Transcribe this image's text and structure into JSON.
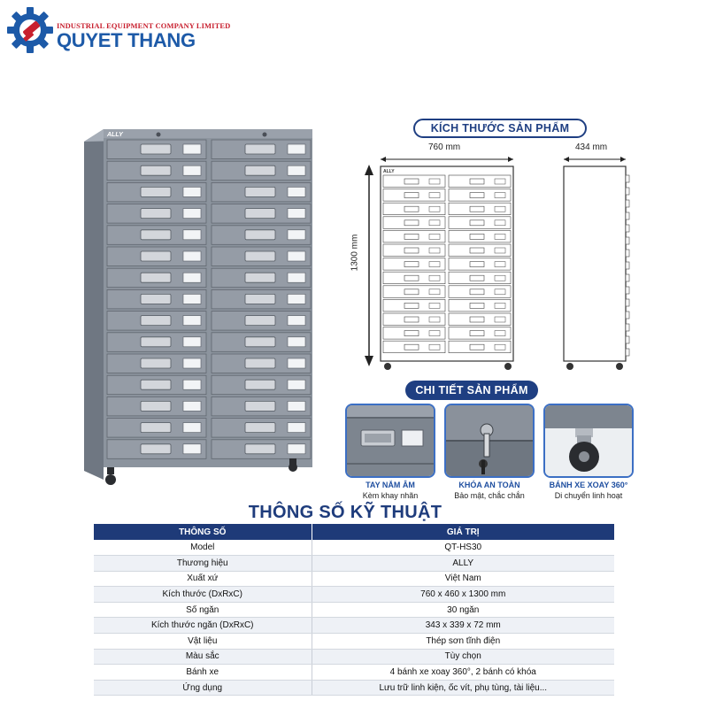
{
  "brand": {
    "company_line": "INDUSTRIAL EQUIPMENT COMPANY LIMITED",
    "name": "QUYET THANG"
  },
  "product_brand_mark": "ALLY",
  "dimensions": {
    "title": "KÍCH THƯỚC SẢN PHẨM",
    "width": "760 mm",
    "depth": "434 mm",
    "height": "1300 mm"
  },
  "details": {
    "title": "CHI TIẾT SẢN PHẨM",
    "items": [
      {
        "title": "TAY NẮM ÂM",
        "subtitle": "Kèm khay nhãn",
        "icon": "recessed-handle"
      },
      {
        "title": "KHÓA AN TOÀN",
        "subtitle": "Bảo mật, chắc chắn",
        "icon": "key-lock"
      },
      {
        "title": "BÁNH XE XOAY 360°",
        "subtitle": "Di chuyển linh hoạt",
        "icon": "caster-wheel"
      }
    ]
  },
  "specs": {
    "title": "THÔNG SỐ KỸ THUẬT",
    "headers": [
      "THÔNG SỐ",
      "GIÁ TRỊ"
    ],
    "rows": [
      [
        "Model",
        "QT-HS30"
      ],
      [
        "Thương hiệu",
        "ALLY"
      ],
      [
        "Xuất xứ",
        "Việt Nam"
      ],
      [
        "Kích thước (DxRxC)",
        "760 x 460 x 1300 mm"
      ],
      [
        "Số ngăn",
        "30 ngăn"
      ],
      [
        "Kích thước ngăn (DxRxC)",
        "343 x 339 x 72 mm"
      ],
      [
        "Vật liệu",
        "Thép sơn tĩnh điện"
      ],
      [
        "Màu sắc",
        "Tùy chọn"
      ],
      [
        "Bánh xe",
        "4 bánh xe xoay 360°, 2 bánh có khóa"
      ],
      [
        "Ứng dụng",
        "Lưu trữ linh kiện, ốc vít, phụ tùng, tài liệu..."
      ]
    ]
  },
  "colors": {
    "brand_blue": "#1d5aa8",
    "brand_red": "#c8202f",
    "header_navy": "#1e3a78",
    "cabinet_grey": "#8c949e"
  }
}
